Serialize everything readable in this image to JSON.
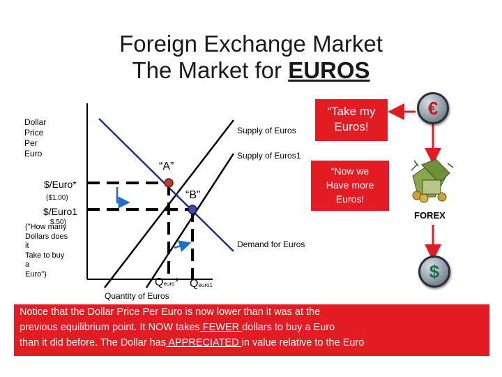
{
  "title": {
    "line1": "Foreign Exchange Market",
    "line2_prefix": "The Market for ",
    "line2_emph": "EUROS"
  },
  "axes": {
    "y_label": [
      "Dollar",
      "Price",
      "Per",
      "Euro"
    ],
    "x_label": "Quantity of Euros"
  },
  "price_labels": {
    "p1": "$/Euro*",
    "p1_value": "($1.00)",
    "p2": "$/Euro1",
    "p2_value": "$.50)"
  },
  "question_note": [
    "(\"How many",
    "Dollars does",
    "it",
    "Take to buy",
    "a",
    "Euro\")"
  ],
  "curves": {
    "supply": "Supply of Euros",
    "supply1": "Supply of Euros1",
    "demand": "Demand  for Euros"
  },
  "points": {
    "a": "“A”",
    "b": "“B”"
  },
  "quantities": {
    "q_star_main": "Q",
    "q_star_sub": "euro",
    "q_star_mark": "*",
    "q1_main": "Q",
    "q1_sub": "euro1"
  },
  "callouts": {
    "take_my_euros": [
      "“Take my",
      "Euros!"
    ],
    "now_we_have": [
      "“Now we",
      "Have more",
      "Euros!"
    ]
  },
  "coins": {
    "euro_symbol": "€",
    "dollar_symbol": "$"
  },
  "forex_label": "FOREX",
  "notice": {
    "line1": "Notice that the Dollar Price Per Euro is now lower than it was at the",
    "line2_a": "previous equilibrium point.  It NOW takes",
    "line2_u": " FEWER ",
    "line2_b": " dollars to buy a Euro",
    "line3_a": "than it did before.  The  Dollar has",
    "line3_u": " APPRECIATED ",
    "line3_b": "in value relative to the Euro"
  },
  "colors": {
    "accent_red": "#e31b23",
    "arrow_blue": "#1f6fc4",
    "demand_line": "#1c2f8c"
  }
}
